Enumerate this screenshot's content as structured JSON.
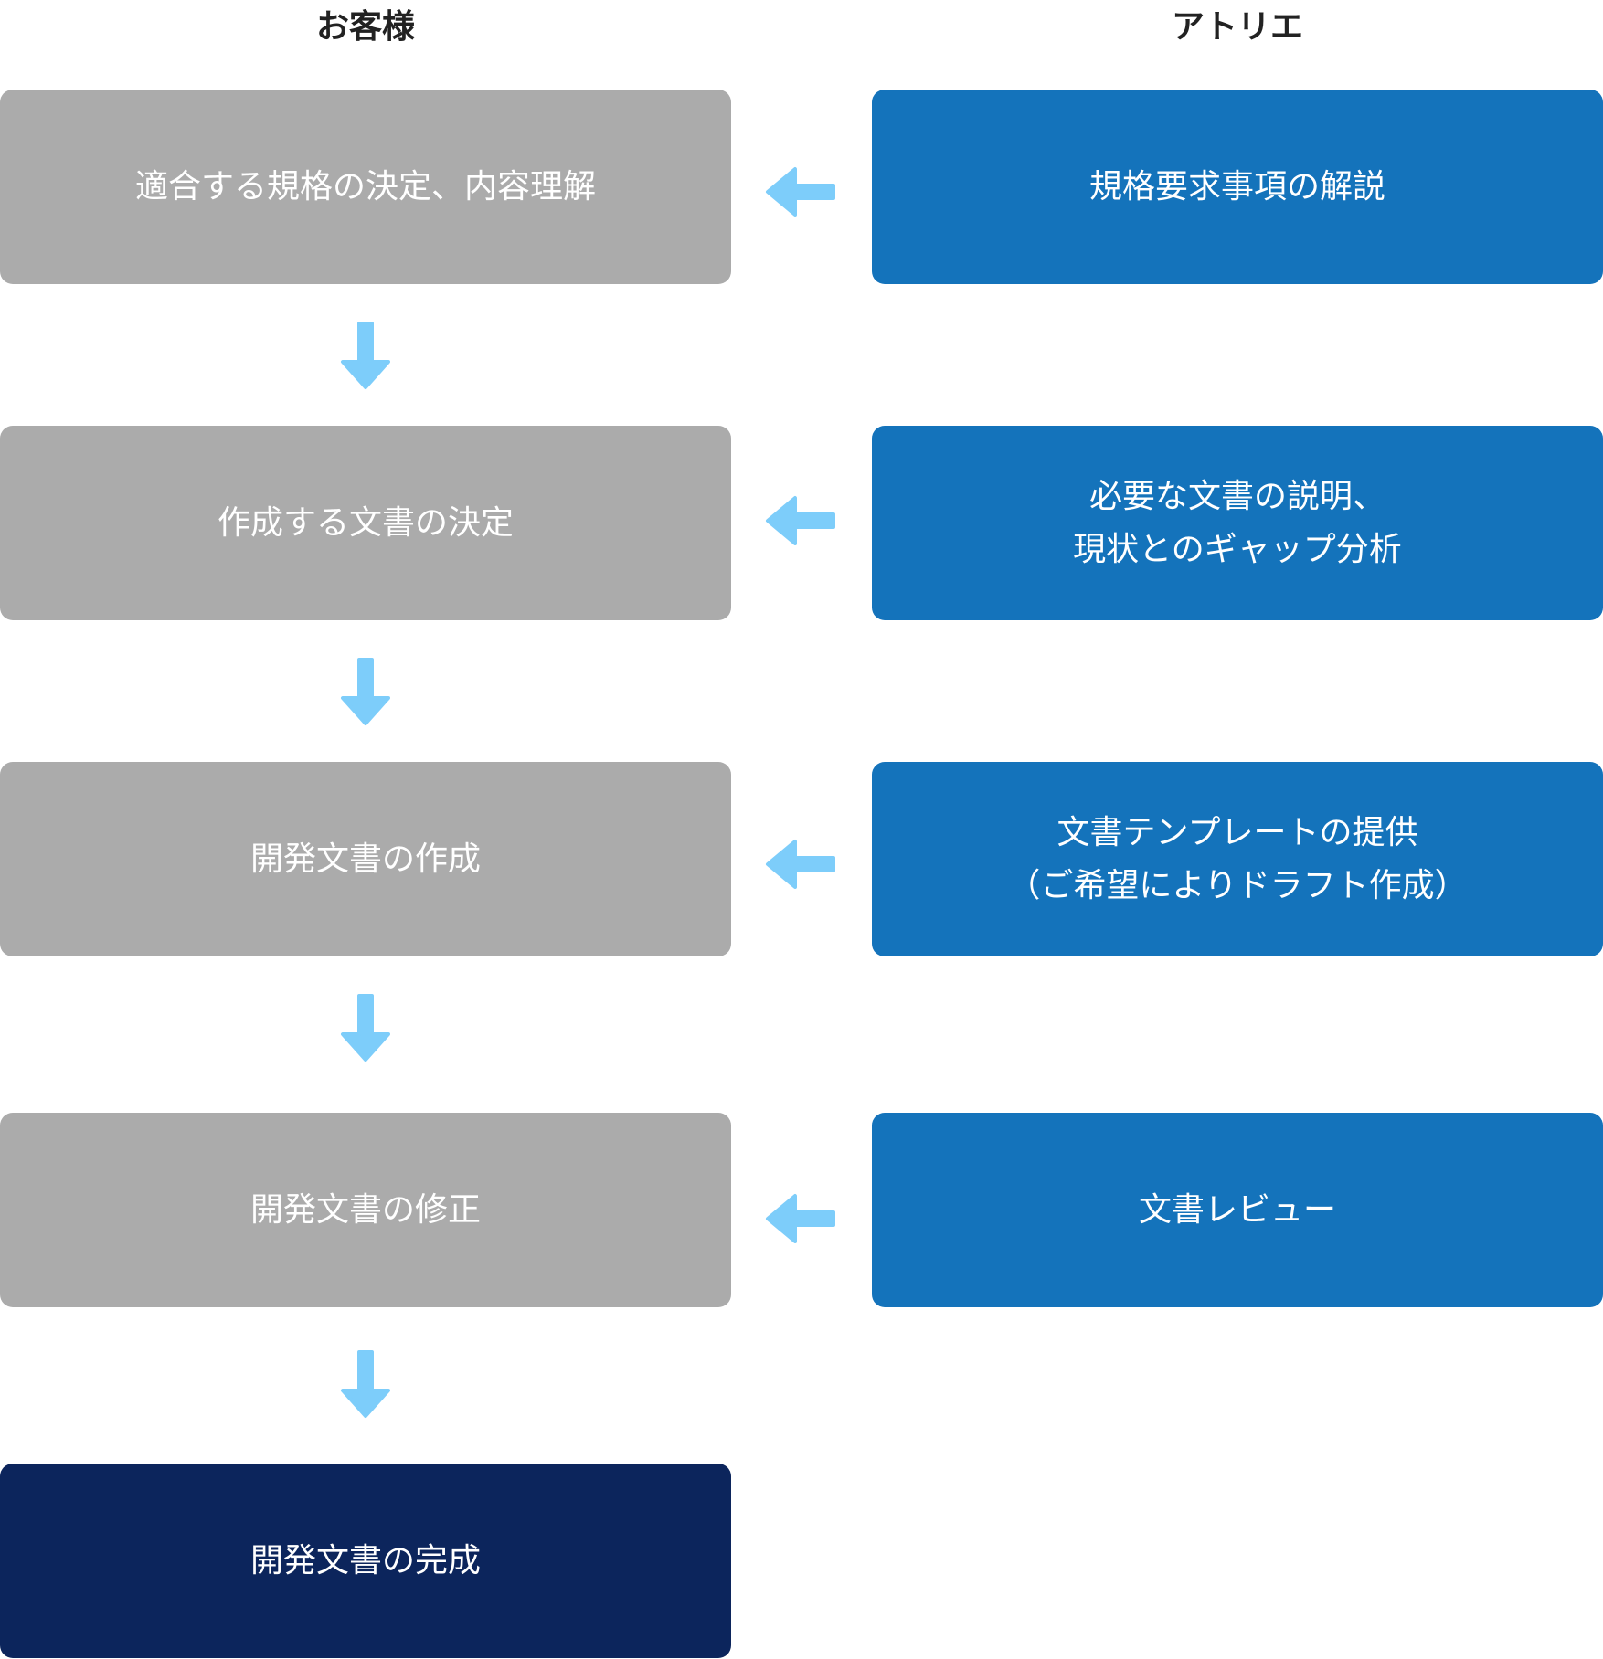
{
  "headers": {
    "customer": "お客様",
    "atelier": "アトリエ"
  },
  "colors": {
    "customer_box": "#ababab",
    "atelier_box": "#1473bb",
    "final_box": "#0c255c",
    "arrow": "#7dcdfa",
    "text": "#ffffff"
  },
  "customer_steps": [
    {
      "label": "適合する規格の決定、内容理解"
    },
    {
      "label": "作成する文書の決定"
    },
    {
      "label": "開発文書の作成"
    },
    {
      "label": "開発文書の修正"
    },
    {
      "label": "開発文書の完成"
    }
  ],
  "atelier_steps": [
    {
      "lines": [
        "規格要求事項の解説"
      ]
    },
    {
      "lines": [
        "必要な文書の説明、",
        "現状とのギャップ分析"
      ]
    },
    {
      "lines": [
        "文書テンプレートの提供",
        "（ご希望によりドラフト作成）"
      ]
    },
    {
      "lines": [
        "文書レビュー"
      ]
    }
  ],
  "arrow_icons": {
    "down": "down-arrow-icon",
    "left": "left-arrow-icon"
  }
}
